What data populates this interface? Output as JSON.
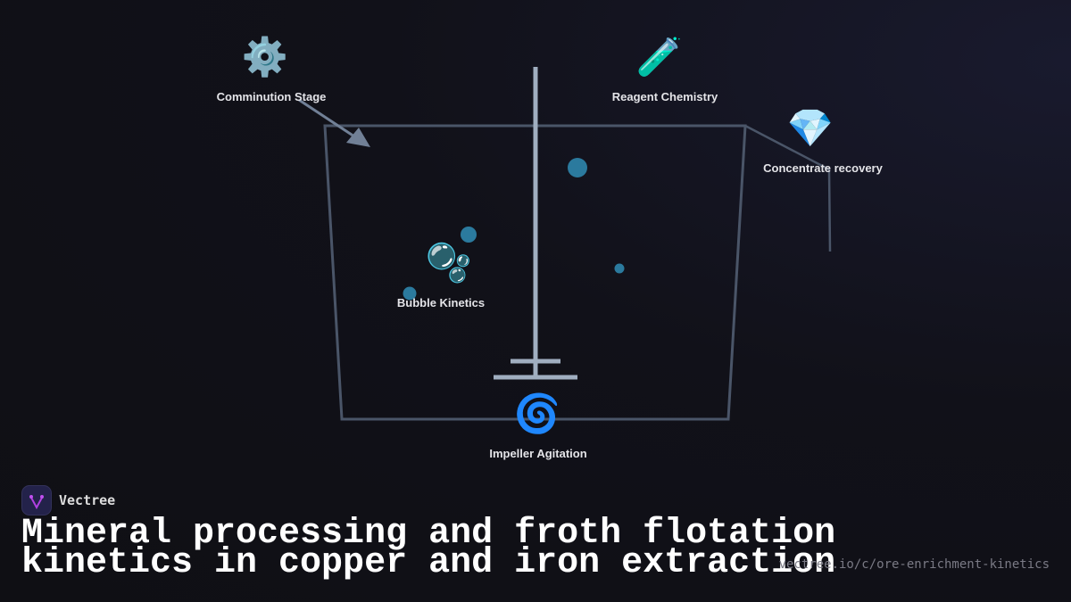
{
  "nodes": [
    {
      "label": "Comminution Stage",
      "icon": "gear-icon",
      "glyph": "⚙️"
    },
    {
      "label": "Reagent Chemistry",
      "icon": "test-tube-icon",
      "glyph": "🧪"
    },
    {
      "label": "Concentrate recovery",
      "icon": "gem-icon",
      "glyph": "💎"
    },
    {
      "label": "Bubble Kinetics",
      "icon": "bubbles-icon",
      "glyph": "🫧"
    },
    {
      "label": "Impeller Agitation",
      "icon": "cyclone-icon",
      "glyph": "🌀"
    }
  ],
  "brand": {
    "name": "Vectree"
  },
  "title_line1": "Mineral processing and froth flotation",
  "title_line2": "kinetics in copper and iron extraction",
  "url": "vectree.io/c/ore-enrichment-kinetics",
  "colors": {
    "tank": "#4a5568",
    "shaft": "#a0aec0",
    "bubble": "#2b7a9e"
  }
}
